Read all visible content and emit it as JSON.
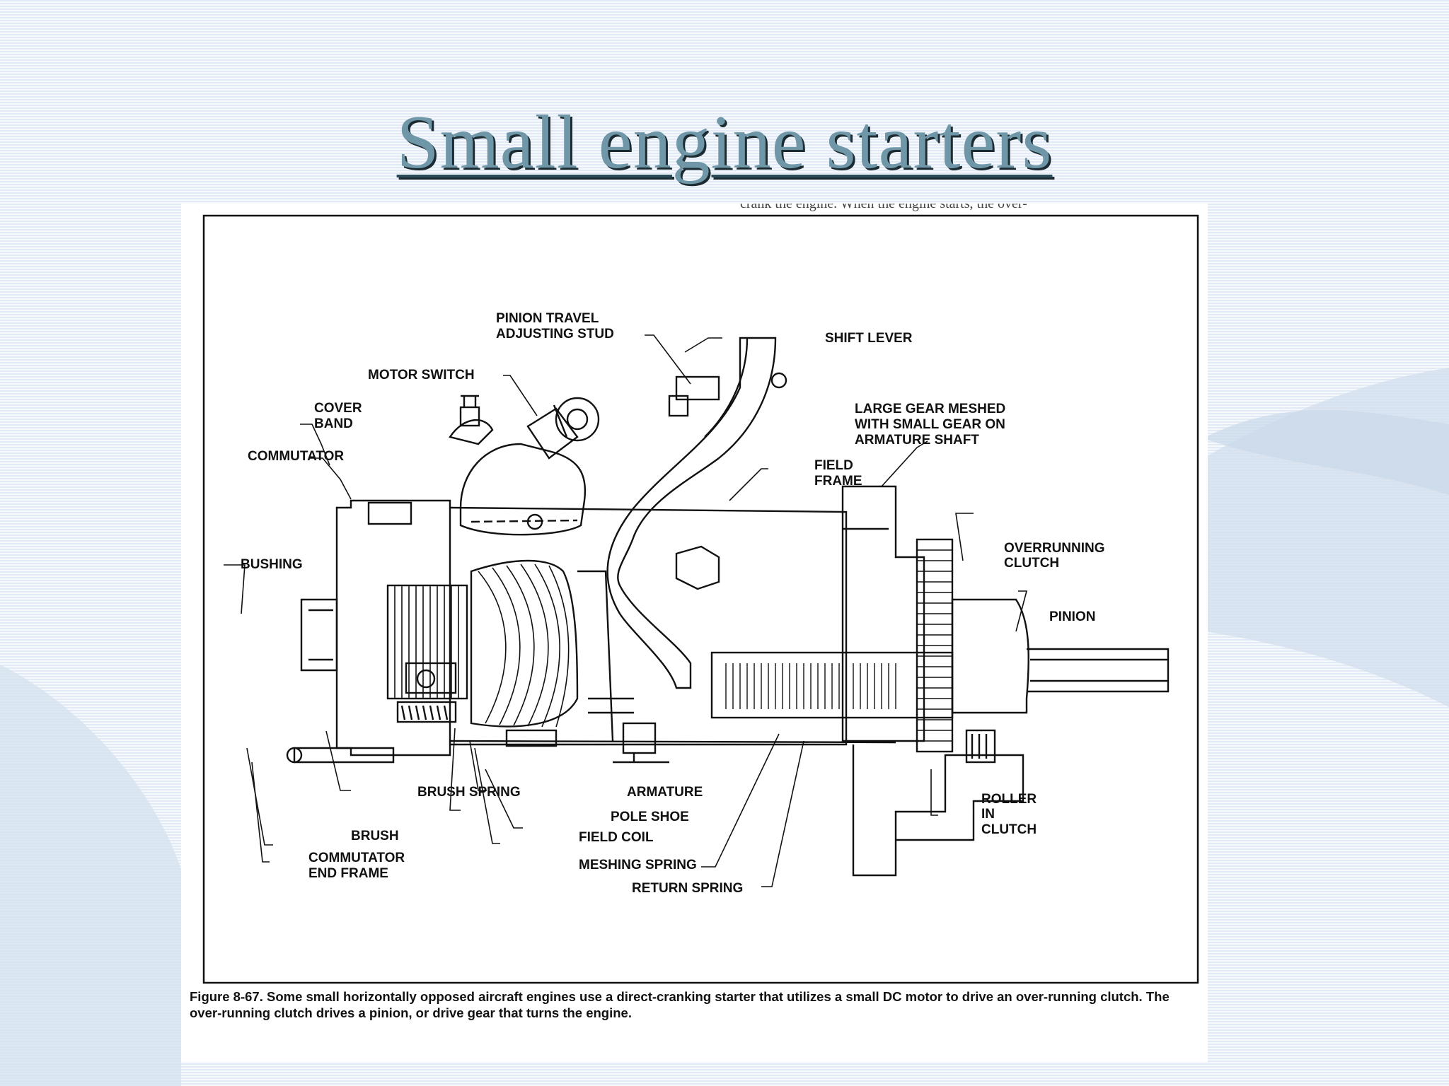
{
  "title": "Small engine starters",
  "figure": {
    "top_fragment": "crank the engine. When the engine starts, the over-",
    "caption": "Figure 8-67. Some small horizontally opposed aircraft engines use a direct-cranking starter that utilizes a small DC motor to drive an over-running clutch. The over-running clutch drives a pinion, or drive gear that turns the engine.",
    "labels": {
      "pinion_travel_1": "PINION TRAVEL",
      "pinion_travel_2": "ADJUSTING STUD",
      "shift_lever": "SHIFT LEVER",
      "motor_switch": "MOTOR SWITCH",
      "cover_band_1": "COVER",
      "cover_band_2": "BAND",
      "commutator": "COMMUTATOR",
      "large_gear_1": "LARGE GEAR MESHED",
      "large_gear_2": "WITH SMALL GEAR ON",
      "large_gear_3": "ARMATURE SHAFT",
      "field_frame_1": "FIELD",
      "field_frame_2": "FRAME",
      "bushing": "BUSHING",
      "overrunning_clutch_1": "OVERRUNNING",
      "overrunning_clutch_2": "CLUTCH",
      "pinion": "PINION",
      "brush_spring": "BRUSH SPRING",
      "armature": "ARMATURE",
      "roller_1": "ROLLER",
      "roller_2": "IN",
      "roller_3": "CLUTCH",
      "brush": "BRUSH",
      "pole_shoe": "POLE SHOE",
      "field_coil": "FIELD COIL",
      "commutator_end_1": "COMMUTATOR",
      "commutator_end_2": "END FRAME",
      "meshing_spring": "MESHING SPRING",
      "return_spring": "RETURN SPRING"
    }
  }
}
